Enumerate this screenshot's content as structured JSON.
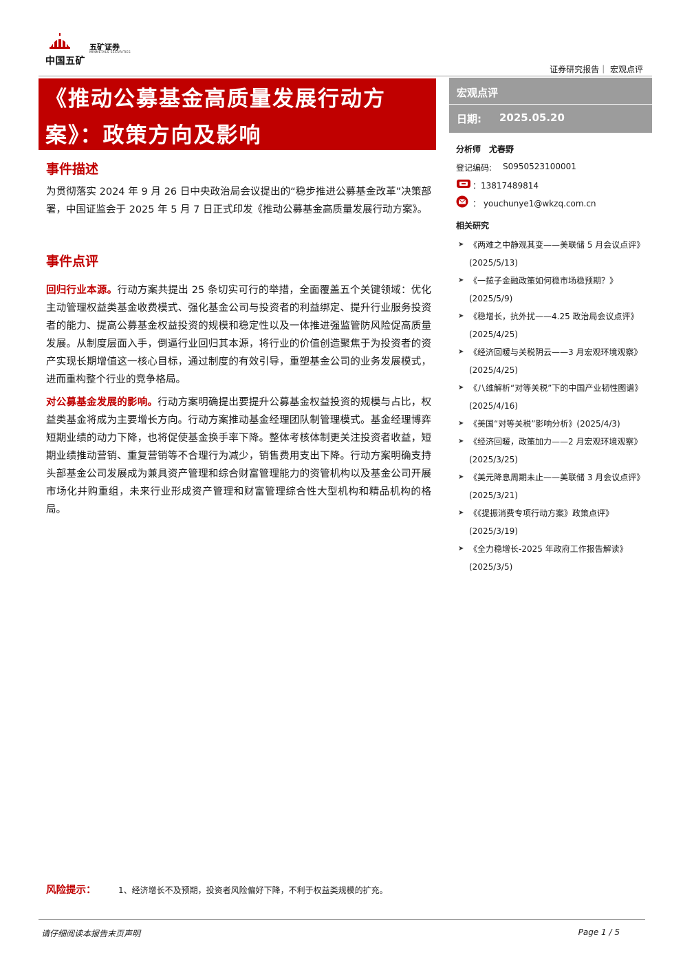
{
  "header": {
    "logo_cn": "中国五矿",
    "brand_cn": "五矿证券",
    "brand_en": "MINMETALS SECURITIES",
    "breadcrumb": "证券研究报告｜ 宏观点评"
  },
  "title": "《推动公募基金高质量发展行动方案》：政策方向及影响",
  "meta": {
    "category": "宏观点评",
    "date_label": "日期:",
    "date": "2025.05.20"
  },
  "analyst": {
    "label": "分析师",
    "name": "尤春野",
    "reg_label": "登记编码:",
    "reg_number": "S0950523100001",
    "phone": "：13817489814",
    "email": "：  youchunye1@wkzq.com.cn"
  },
  "related": {
    "title": "相关研究",
    "items": [
      "《两难之中静观其变——美联储 5 月会议点评》(2025/5/13)",
      "《一揽子金融政策如何稳市场稳预期？》(2025/5/9)",
      "《稳增长，抗外扰——4.25 政治局会议点评》(2025/4/25)",
      "《经济回暖与关税阴云——3 月宏观环境观察》(2025/4/25)",
      "《八维解析“对等关税”下的中国产业韧性图谱》(2025/4/16)",
      "《美国“对等关税”影响分析》(2025/4/3)",
      "《经济回暖，政策加力——2 月宏观环境观察》(2025/3/25)",
      "《美元降息周期未止——美联储 3 月会议点评》(2025/3/21)",
      "《《提振消费专项行动方案》政策点评》(2025/3/19)",
      "《全力稳增长-2025 年政府工作报告解读》(2025/3/5)"
    ]
  },
  "sections": {
    "event_title": "事件描述",
    "event_text": "为贯彻落实 2024 年 9 月 26 日中央政治局会议提出的“稳步推进公募基金改革”决策部署，中国证监会于 2025 年 5 月 7 日正式印发《推动公募基金高质量发展行动方案》。",
    "review_title": "事件点评",
    "p2_lead": "回归行业本源。",
    "p2_text": "行动方案共提出 25 条切实可行的举措，全面覆盖五个关键领域：优化主动管理权益类基金收费模式、强化基金公司与投资者的利益绑定、提升行业服务投资者的能力、提高公募基金权益投资的规模和稳定性以及一体推进强监管防风险促高质量发展。从制度层面入手，倒逼行业回归其本源，将行业的价值创造聚焦于为投资者的资产实现长期增值这一核心目标，通过制度的有效引导，重塑基金公司的业务发展模式，进而重构整个行业的竞争格局。",
    "p3_lead": "对公募基金发展的影响。",
    "p3_text": "行动方案明确提出要提升公募基金权益投资的规模与占比，权益类基金将成为主要增长方向。行动方案推动基金经理团队制管理模式。基金经理博弈短期业绩的动力下降，也将促使基金换手率下降。整体考核体制更关注投资者收益，短期业绩推动营销、重复营销等不合理行为减少，销售费用支出下降。行动方案明确支持头部基金公司发展成为兼具资产管理和综合财富管理能力的资管机构以及基金公司开展市场化并购重组，未来行业形成资产管理和财富管理综合性大型机构和精品机构的格局。"
  },
  "risk": {
    "label": "风险提示：",
    "text": "1、经济增长不及预期，投资者风险偏好下降，不利于权益类规模的扩充。"
  },
  "footer": {
    "left": "请仔细阅读本报告末页声明",
    "right": "Page 1 / 5"
  },
  "colors": {
    "accent_red": "#c00000",
    "meta_gray": "#9c9c9c"
  }
}
